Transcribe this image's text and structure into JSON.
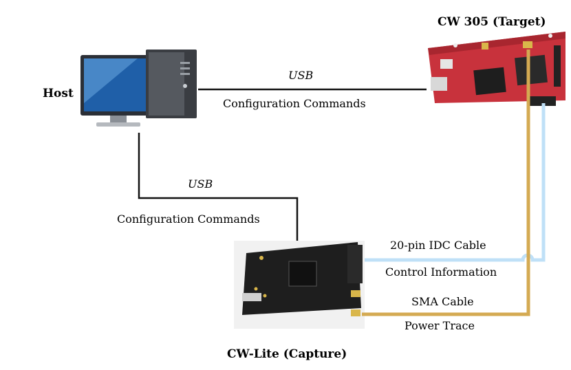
{
  "nodes": {
    "host": {
      "label": "Host"
    },
    "target": {
      "label": "CW 305 (Target)"
    },
    "capture": {
      "label": "CW-Lite (Capture)"
    }
  },
  "links": {
    "host_target": {
      "protocol": "USB",
      "caption": "Configuration Commands"
    },
    "host_capture": {
      "protocol": "USB",
      "caption": "Configuration Commands"
    },
    "idc": {
      "name": "20-pin IDC Cable",
      "caption": "Control Information",
      "color": "#bfe0f7"
    },
    "sma": {
      "name": "SMA Cable",
      "caption": "Power Trace",
      "color": "#d4aa52"
    }
  },
  "colors": {
    "wire": "#111111",
    "board_red": "#c8323c",
    "board_dark": "#1e1e1e"
  }
}
